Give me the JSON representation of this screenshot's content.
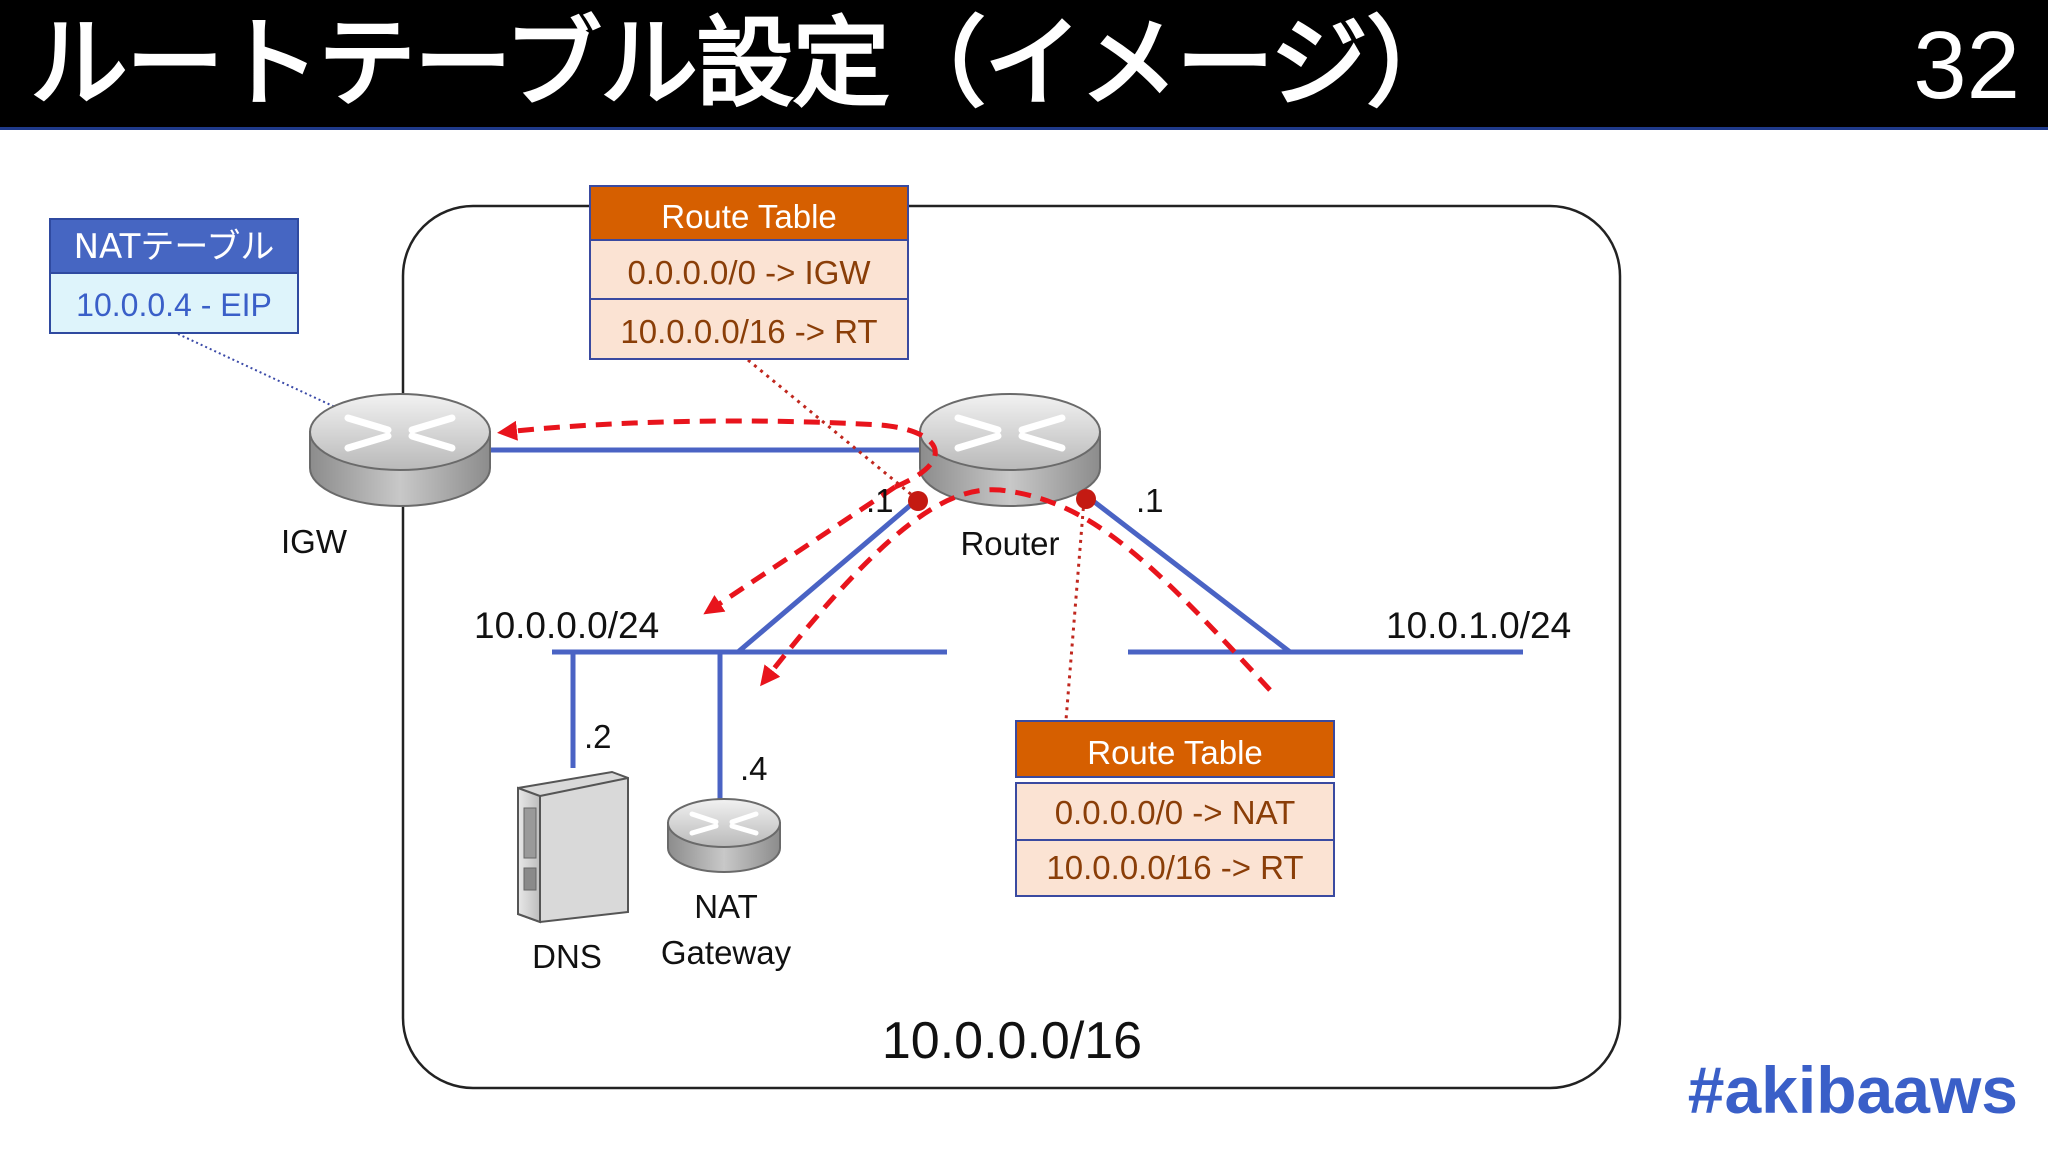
{
  "title": "ルートテーブル設定（イメージ）",
  "page_number": "32",
  "hashtag": "#akibaaws",
  "nat_table": {
    "header": "NATテーブル",
    "row": "10.0.0.4 - EIP"
  },
  "route_table_top": {
    "header": "Route Table",
    "rows": [
      "0.0.0.0/0 -> IGW",
      "10.0.0.0/16 -> RT"
    ]
  },
  "route_table_bottom": {
    "header": "Route Table",
    "rows": [
      "0.0.0.0/0 -> NAT",
      "10.0.0.0/16 -> RT"
    ]
  },
  "labels": {
    "igw": "IGW",
    "router": "Router",
    "dns": "DNS",
    "nat_line1": "NAT",
    "nat_line2": "Gateway",
    "subnet_left": "10.0.0.0/24",
    "subnet_right": "10.0.1.0/24",
    "vpc_cidr": "10.0.0.0/16",
    "router_left_if": ".1",
    "router_right_if": ".1",
    "dns_ip": ".2",
    "nat_ip": ".4"
  },
  "colors": {
    "accent": "#3a5fc8",
    "route_header": "#d65f00",
    "route_row": "#fbe3d3",
    "nat_header": "#4666c2",
    "nat_row": "#def4fb",
    "flow": "#e8141c"
  }
}
